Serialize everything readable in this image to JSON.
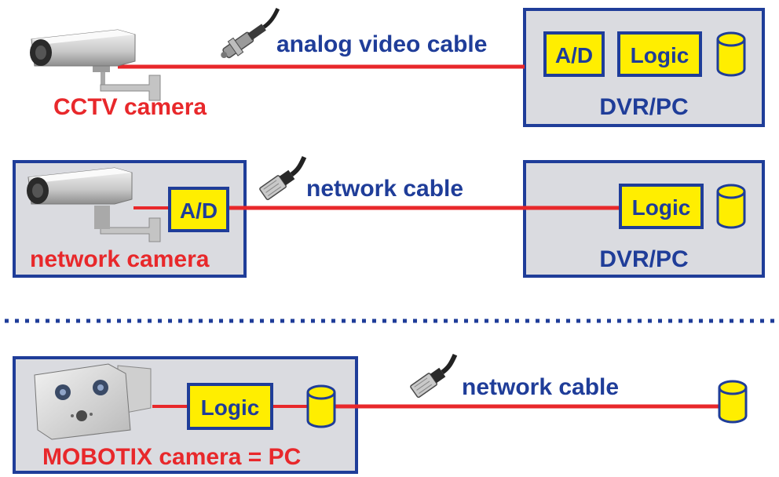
{
  "colors": {
    "cable": "#e8282b",
    "box_fill": "#dadbe0",
    "box_border": "#1f3d99",
    "chip_fill": "#ffee00",
    "label_blue": "#1f3d99",
    "label_red": "#e8282b",
    "divider": "#1f3d99"
  },
  "row1": {
    "camera_label": "CCTV camera",
    "camera_icon": "cctv-camera-icon",
    "connector_icon": "bnc-connector-icon",
    "cable_label": "analog video cable",
    "device": {
      "chip_ad": "A/D",
      "chip_logic": "Logic",
      "storage_icon": "database-icon",
      "label": "DVR/PC"
    }
  },
  "row2": {
    "camera_label": "network camera",
    "camera_icon": "cctv-camera-icon",
    "camera_chip": "A/D",
    "connector_icon": "rj45-connector-icon",
    "cable_label": "network cable",
    "device": {
      "chip_logic": "Logic",
      "storage_icon": "database-icon",
      "label": "DVR/PC"
    }
  },
  "row3": {
    "camera_label": "MOBOTIX camera = PC",
    "camera_icon": "mobotix-camera-icon",
    "camera_chip": "Logic",
    "camera_storage_icon": "database-icon",
    "connector_icon": "rj45-connector-icon",
    "cable_label": "network cable",
    "remote_storage_icon": "database-icon"
  }
}
